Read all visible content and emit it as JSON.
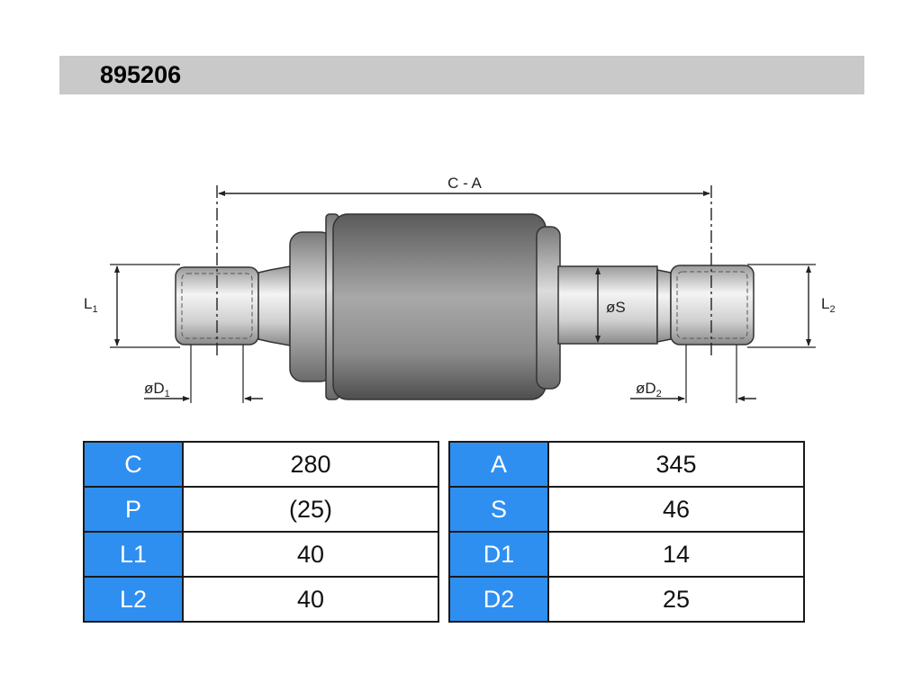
{
  "header": {
    "part_number": "895206"
  },
  "drawing": {
    "labels": {
      "overall": "C - A",
      "shaft_diameter": "øS",
      "left_length_main": "L",
      "left_length_sub": "1",
      "right_length_main": "L",
      "right_length_sub": "2",
      "left_bore_main": "øD",
      "left_bore_sub": "1",
      "right_bore_main": "øD",
      "right_bore_sub": "2"
    }
  },
  "specs": {
    "left": [
      {
        "key": "C",
        "value": "280"
      },
      {
        "key": "P",
        "value": "(25)"
      },
      {
        "key": "L1",
        "value": "40"
      },
      {
        "key": "L2",
        "value": "40"
      }
    ],
    "right": [
      {
        "key": "A",
        "value": "345"
      },
      {
        "key": "S",
        "value": "46"
      },
      {
        "key": "D1",
        "value": "14"
      },
      {
        "key": "D2",
        "value": "25"
      }
    ]
  }
}
